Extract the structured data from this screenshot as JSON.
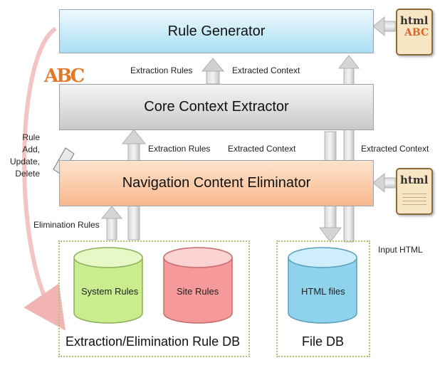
{
  "layers": {
    "rule_generator": "Rule Generator",
    "core_extractor": "Core Context Extractor",
    "nav_eliminator": "Navigation Content Eliminator"
  },
  "flow_labels": {
    "extraction_rules_top": "Extraction Rules",
    "extracted_context_top": "Extracted Context",
    "extraction_rules_mid": "Extraction Rules",
    "extracted_context_mid": "Extracted Context",
    "extracted_context_right": "Extracted Context",
    "elimination_rules": "Elimination Rules",
    "input_html": "Input HTML"
  },
  "rule_ops": [
    "Rule",
    "Add,",
    "Update,",
    "Delete"
  ],
  "rule_db": {
    "system_rules": "System Rules",
    "site_rules": "Site Rules",
    "title": "Extraction/Elimination Rule DB"
  },
  "file_db": {
    "html_files": "HTML files",
    "title": "File DB"
  },
  "icons": {
    "html_doc_top": "html",
    "html_doc_top_sub": "ABC",
    "html_doc_mid": "html",
    "abc_icon": "ABC"
  },
  "colors": {
    "rule_generator": "#a9dff3",
    "core_extractor": "#c9c9c9",
    "nav_eliminator": "#f7b98d",
    "system_rules_db": "#c9ec8e",
    "site_rules_db": "#f5999a",
    "html_files_db": "#8fd2ec",
    "db_border": "#a9c57a"
  }
}
